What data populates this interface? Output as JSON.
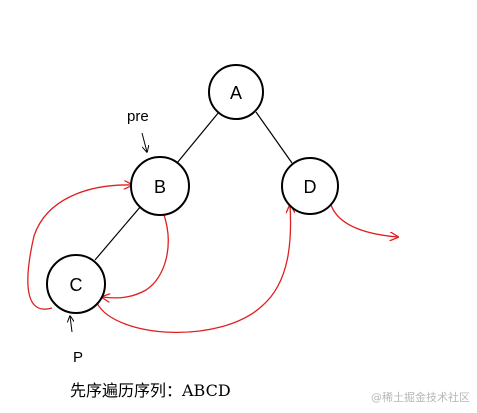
{
  "nodes": {
    "a": "A",
    "b": "B",
    "c": "C",
    "d": "D"
  },
  "markers": {
    "pre": "pre",
    "p": "P"
  },
  "caption": "先序遍历序列：ABCD",
  "watermark": "@稀土掘金技术社区",
  "colors": {
    "thread": "#e02020",
    "outline": "#000000"
  }
}
